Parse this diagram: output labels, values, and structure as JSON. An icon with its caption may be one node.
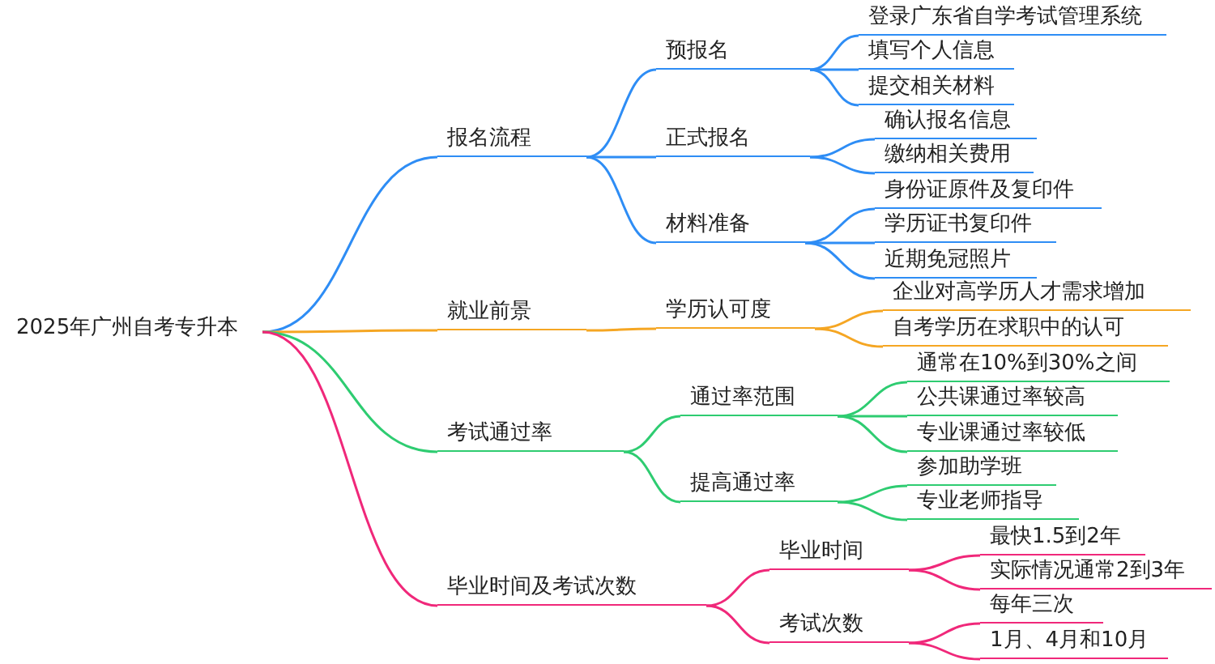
{
  "diagram": {
    "nodes": [
      {
        "text": [
          "2025年广州自考专升本"
        ]
      },
      {
        "text": [
          "报名流程"
        ]
      },
      {
        "text": [
          "预报名"
        ]
      },
      {
        "text": [
          "登录广东省自学考试管理系统"
        ]
      },
      {
        "text": [
          "填写个人信息"
        ]
      },
      {
        "text": [
          "提交相关材料"
        ]
      },
      {
        "text": [
          "正式报名"
        ]
      },
      {
        "text": [
          "确认报名信息"
        ]
      },
      {
        "text": [
          "缴纳相关费用"
        ]
      },
      {
        "text": [
          "材料准备"
        ]
      },
      {
        "text": [
          "身份证原件及复印件"
        ]
      },
      {
        "text": [
          "学历证书复印件"
        ]
      },
      {
        "text": [
          "近期免冠照片"
        ]
      },
      {
        "text": [
          "就业前景"
        ]
      },
      {
        "text": [
          "学历认可度"
        ]
      },
      {
        "text": [
          "企业对高学历人才需求增加"
        ]
      },
      {
        "text": [
          "自考学历在求职中的认可"
        ]
      },
      {
        "text": [
          "考试通过率"
        ]
      },
      {
        "text": [
          "通过率范围"
        ]
      },
      {
        "text": [
          "通常在10%到30%之间"
        ]
      },
      {
        "text": [
          "公共课通过率较高"
        ]
      },
      {
        "text": [
          "专业课通过率较低"
        ]
      },
      {
        "text": [
          "提高通过率"
        ]
      },
      {
        "text": [
          "参加助学班"
        ]
      },
      {
        "text": [
          "专业老师指导"
        ]
      },
      {
        "text": [
          "毕业时间及考试次数"
        ]
      },
      {
        "text": [
          "毕业时间"
        ]
      },
      {
        "text": [
          "最快1.5到2年"
        ]
      },
      {
        "text": [
          "实际情况通常2到3年"
        ]
      },
      {
        "text": [
          "考试次数"
        ]
      },
      {
        "text": [
          "每年三次"
        ]
      },
      {
        "text": [
          "1月、4月和10月"
        ]
      }
    ],
    "edges": [
      {
        "from": 0,
        "to": 1,
        "arrow": "none"
      },
      {
        "from": 1,
        "to": 2,
        "arrow": "none"
      },
      {
        "from": 2,
        "to": 3,
        "arrow": "none"
      },
      {
        "from": 2,
        "to": 4,
        "arrow": "none"
      },
      {
        "from": 2,
        "to": 5,
        "arrow": "none"
      },
      {
        "from": 1,
        "to": 6,
        "arrow": "none"
      },
      {
        "from": 6,
        "to": 7,
        "arrow": "none"
      },
      {
        "from": 6,
        "to": 8,
        "arrow": "none"
      },
      {
        "from": 1,
        "to": 9,
        "arrow": "none"
      },
      {
        "from": 9,
        "to": 10,
        "arrow": "none"
      },
      {
        "from": 9,
        "to": 11,
        "arrow": "none"
      },
      {
        "from": 9,
        "to": 12,
        "arrow": "none"
      },
      {
        "from": 0,
        "to": 13,
        "arrow": "none",
        "color": "#f5a623"
      },
      {
        "from": 13,
        "to": 14,
        "arrow": "none",
        "color": "#f5a623"
      },
      {
        "from": 14,
        "to": 15,
        "arrow": "none",
        "color": "#f5a623"
      },
      {
        "from": 14,
        "to": 16,
        "arrow": "none",
        "color": "#f5a623"
      },
      {
        "from": 0,
        "to": 17,
        "arrow": "none",
        "color": "#2ecc71"
      },
      {
        "from": 17,
        "to": 18,
        "arrow": "none",
        "color": "#2ecc71"
      },
      {
        "from": 18,
        "to": 19,
        "arrow": "none",
        "color": "#2ecc71"
      },
      {
        "from": 18,
        "to": 20,
        "arrow": "none",
        "color": "#2ecc71"
      },
      {
        "from": 18,
        "to": 21,
        "arrow": "none",
        "color": "#2ecc71"
      },
      {
        "from": 17,
        "to": 22,
        "arrow": "none",
        "color": "#2ecc71"
      },
      {
        "from": 22,
        "to": 23,
        "arrow": "none",
        "color": "#2ecc71"
      },
      {
        "from": 22,
        "to": 24,
        "arrow": "none",
        "color": "#2ecc71"
      },
      {
        "from": 0,
        "to": 25,
        "arrow": "none",
        "color": "#f0287a"
      },
      {
        "from": 25,
        "to": 26,
        "arrow": "none",
        "color": "#f0287a"
      },
      {
        "from": 26,
        "to": 27,
        "arrow": "none",
        "color": "#f0287a"
      },
      {
        "from": 26,
        "to": 28,
        "arrow": "none",
        "color": "#f0287a"
      },
      {
        "from": 25,
        "to": 29,
        "arrow": "none",
        "color": "#f0287a"
      },
      {
        "from": 29,
        "to": 30,
        "arrow": "none",
        "color": "#f0287a"
      },
      {
        "from": 29,
        "to": 31,
        "arrow": "none",
        "color": "#f0287a"
      }
    ]
  }
}
